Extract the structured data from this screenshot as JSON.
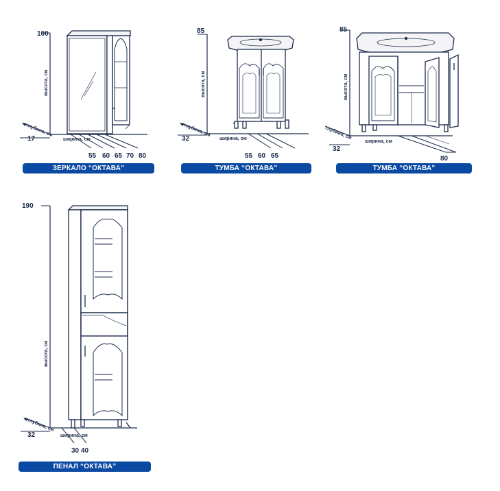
{
  "axis_labels": {
    "height": "высота, см",
    "depth": "глубина, см",
    "width": "ширина, см"
  },
  "products": [
    {
      "caption": "ЗЕРКАЛО “ОКТАВА”",
      "height": "100",
      "depth": "17",
      "widths": [
        "55",
        "60",
        "65",
        "70",
        "80"
      ]
    },
    {
      "caption": "ТУМБА “ОКТАВА”",
      "height": "85",
      "depth": "32",
      "widths": [
        "55",
        "60",
        "65"
      ]
    },
    {
      "caption": "ТУМБА “ОКТАВА”",
      "height": "85",
      "depth": "32",
      "widths": [
        "80"
      ]
    },
    {
      "caption": "ПЕНАЛ “ОКТАВА”",
      "height": "190",
      "depth": "32",
      "widths": [
        "30",
        "40"
      ]
    }
  ],
  "colors": {
    "caption_bg": "#0b4aa2",
    "line": "#1b2a4a"
  }
}
